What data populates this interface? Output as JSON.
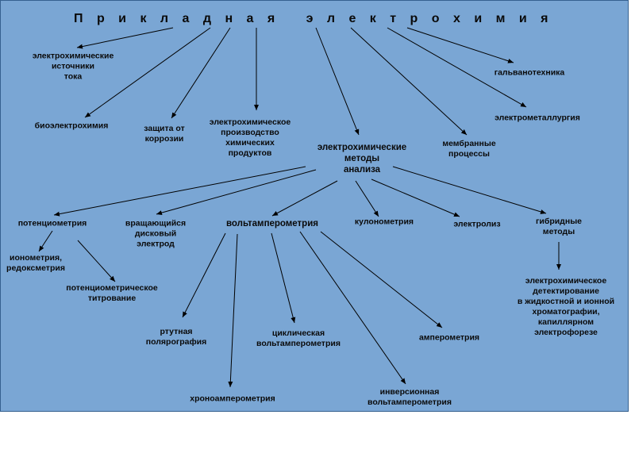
{
  "title": "П р и к л а д н а я   э л е к т р о х и м и я",
  "nodes": {
    "sources": [
      "электрохимические",
      "источники",
      "тока"
    ],
    "galvano": [
      "гальванотехника"
    ],
    "bioelectro": [
      "биоэлектрохимия"
    ],
    "corrosion": [
      "защита от",
      "коррозии"
    ],
    "production": [
      "электрохимическое",
      "производство",
      "химических",
      "продуктов"
    ],
    "metallurgy": [
      "электрометаллургия"
    ],
    "membrane": [
      "мембранные",
      "процессы"
    ],
    "analysis": [
      "электрохимические",
      "методы",
      "анализа"
    ],
    "potentiometry": [
      "потенциометрия"
    ],
    "rotating_disk": [
      "вращающийся",
      "дисковый",
      "электрод"
    ],
    "voltammetry": [
      "вольтамперометрия"
    ],
    "coulometry": [
      "кулонометрия"
    ],
    "electrolysis": [
      "электролиз"
    ],
    "hybrid": [
      "гибридные",
      "методы"
    ],
    "ionometry": [
      "ионометрия,",
      "редоксметрия"
    ],
    "potent_titration": [
      "потенциометрическое",
      "титрование"
    ],
    "ec_detection": [
      "электрохимическое",
      "детектирование",
      "в жидкостной и ионной",
      "хроматографии,",
      "капиллярном",
      "электрофорезе"
    ],
    "polarography": [
      "ртутная",
      "полярография"
    ],
    "cyclic": [
      "циклическая",
      "вольтамперометрия"
    ],
    "amperometry": [
      "амперометрия"
    ],
    "chronoamperometry": [
      "хроноамперометрия"
    ],
    "stripping": [
      "инверсионная",
      "вольтамперометрия"
    ]
  }
}
